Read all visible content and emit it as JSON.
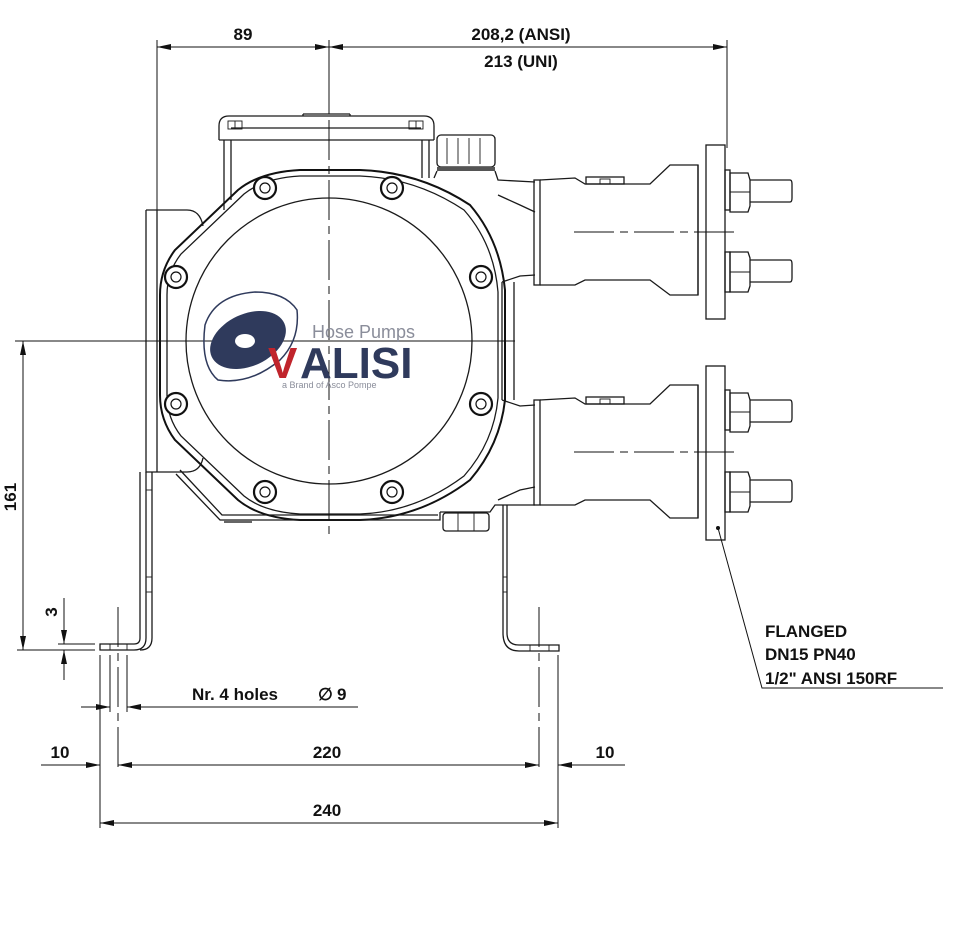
{
  "drawing": {
    "title": "Hose pump dimensional drawing — front view",
    "dimensions": {
      "top_left": "89",
      "top_right_ansi": "208,2 (ANSI)",
      "top_right_uni": "213 (UNI)",
      "height": "161",
      "foot_thickness": "3",
      "holes_label": "Nr. 4 holes",
      "holes_diameter": "9",
      "diameter_symbol": "∅",
      "edge_left": "10",
      "hole_spacing": "220",
      "edge_right": "10",
      "overall_width": "240"
    },
    "callout": {
      "line1": "FLANGED",
      "line2": "DN15 PN40",
      "line3": "1/2\" ANSI 150RF"
    },
    "logo": {
      "subtitle": "Hose Pumps",
      "brand_v": "V",
      "brand_rest": "ALISI",
      "tagline": "a Brand of Asco Pompe",
      "colors": {
        "navy": "#2f3a5c",
        "red": "#c0242c",
        "grey": "#8a8d9a"
      }
    }
  }
}
